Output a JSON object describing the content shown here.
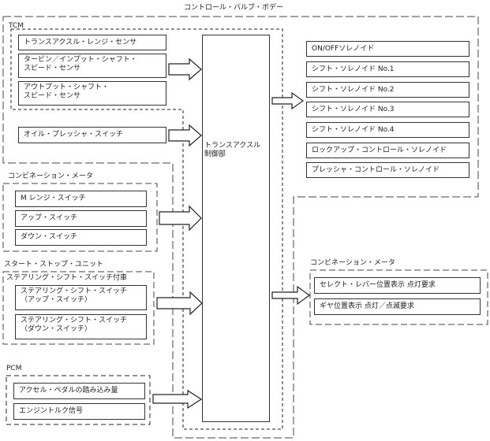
{
  "diagram": {
    "title": "コントロール・バルブ・ボデー",
    "ecu": {
      "label_line1": "トランスアクスル",
      "label_line2": "制御部"
    },
    "groups": {
      "tcm": {
        "label": "TCM",
        "items": [
          {
            "line1": "トランスアクスル・レンジ・センサ",
            "line2": ""
          },
          {
            "line1": "タービン／インプット・シャフト・",
            "line2": "スピード・センサ"
          },
          {
            "line1": "アウトプット・シャフト・",
            "line2": "スピード・センサ"
          }
        ],
        "extra_item": "オイル・プレッシャ・スイッチ"
      },
      "combination_meter_in": {
        "label": "コンビネーション・メータ",
        "items": [
          "M レンジ・スイッチ",
          "アップ・スイッチ",
          "ダウン・スイッチ"
        ]
      },
      "start_stop_unit": {
        "label": "スタート・ストップ・ユニット",
        "sublabel": "ステアリング・シフト・スイッチ付車",
        "items": [
          {
            "line1": "ステアリング・シフト・スイッチ",
            "line2": "（アップ・スイッチ）"
          },
          {
            "line1": "ステアリング・シフト・スイッチ",
            "line2": "（ダウン・スイッチ）"
          }
        ]
      },
      "pcm": {
        "label": "PCM",
        "items": [
          "アクセル・ペダルの踏み込み量",
          "エンジントルク信号"
        ]
      },
      "solenoids": {
        "items": [
          "ON/OFFソレノイド",
          "シフト・ソレノイド No.1",
          "シフト・ソレノイド No.2",
          "シフト・ソレノイド No.3",
          "シフト・ソレノイド No.4",
          "ロックアップ・コントロール・ソレノイド",
          "プレッシャ・コントロール・ソレノイド"
        ]
      },
      "combination_meter_out": {
        "label": "コンビネーション・メータ",
        "items": [
          "セレクト・レバー位置表示 点灯要求",
          "ギヤ位置表示 点灯／点滅要求"
        ]
      }
    }
  }
}
